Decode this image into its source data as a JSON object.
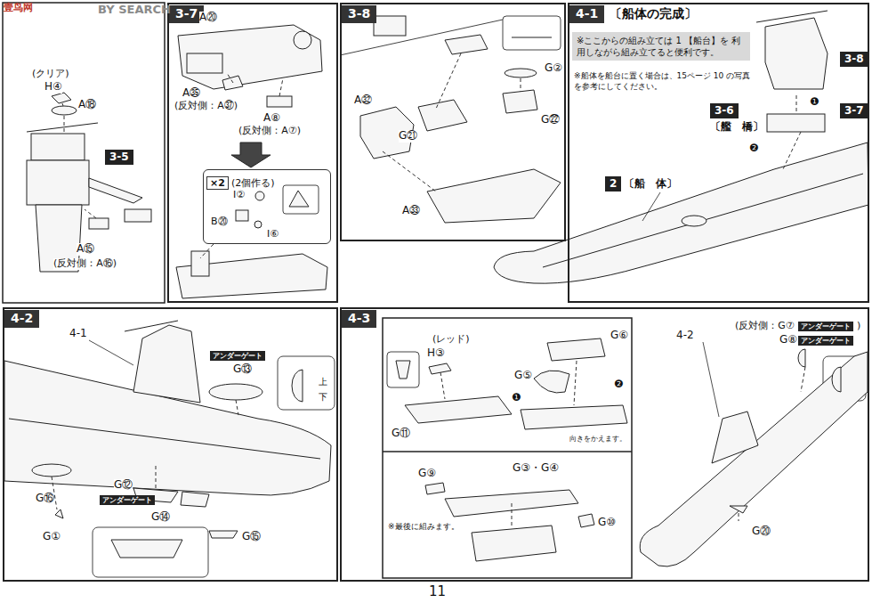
{
  "diagram": {
    "nodes": [
      {
        "text": [
          "3-5"
        ]
      },
      {
        "text": [
          "3-7"
        ]
      },
      {
        "text": [
          "×2",
          "(2個作る)"
        ],
        "in": 1
      },
      {
        "text": [
          "3-8"
        ]
      },
      {
        "text": [
          "4-1",
          "〔船体の完成〕"
        ]
      },
      {
        "text": [
          "※ここからの組み立ては 1 【船台】を 利用しながら組み立てると便利です。"
        ],
        "in": 4
      },
      {
        "text": [
          "3-8"
        ],
        "in": 4
      },
      {
        "text": [
          "3-6",
          "〔艦　橋〕"
        ],
        "in": 4
      },
      {
        "text": [
          "3-7"
        ],
        "in": 4
      },
      {
        "text": [
          "2",
          "〔船　体〕"
        ],
        "in": 4
      },
      {
        "text": [
          "4-2"
        ]
      },
      {
        "text": [
          "4-3"
        ]
      }
    ],
    "labels": [
      "壹鸟网",
      "BY SEARCH",
      "(クリア)",
      "H④",
      "A⑱",
      "A⑮",
      "(反対側：A⑯)",
      "A⑳",
      "A㉟",
      "(反対側：A㊲)",
      "A⑧",
      "(反対側：A⑦)",
      "I②",
      "B⑳",
      "I⑥",
      "A㉜",
      "G㉑",
      "G②",
      "G㉒",
      "A㉝",
      "※船体を船台に置く場合は、15ページ 10 の写真を参考にしてください。",
      "❷",
      "❶",
      "4-1",
      "アンダーゲート",
      "G⑬",
      "上",
      "下",
      "G⑯",
      "G①",
      "G⑫",
      "アンダーゲート",
      "G⑭",
      "G⑮",
      "(レッド)",
      "H③",
      "G⑪",
      "G⑥",
      "G⑤",
      "❶",
      "❷",
      "向きをかえます。",
      "G⑨",
      "G③・G④",
      "※最後に組みます。",
      "G⑩",
      "(反対側：G⑦",
      "アンダーゲート",
      ")",
      "G⑧",
      "アンダーゲート",
      "4-2",
      "G⑳",
      "11"
    ]
  }
}
